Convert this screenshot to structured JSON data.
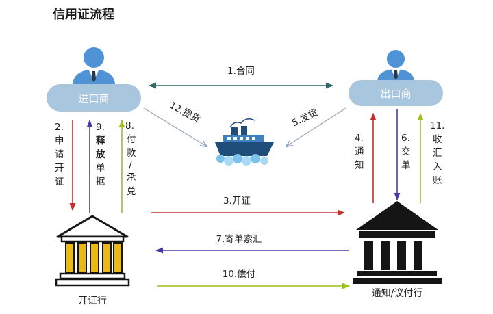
{
  "title": "信用证流程",
  "colors": {
    "node_fill": "#a9c6df",
    "node_text": "#ffffff",
    "person_head": "#4f93d6",
    "teal": "#2f6b66",
    "red": "#c0302a",
    "purple": "#4a3aa0",
    "green": "#9ac31c",
    "gray": "#9aa6b6",
    "bank_dark": "#151515",
    "bank_gold": "#e9b918"
  },
  "nodes": {
    "importer": "进口商",
    "exporter": "出口商",
    "issuing_bank": "开证行",
    "advising_bank": "通知/议付行"
  },
  "steps": {
    "s1": "1.合同",
    "s2": [
      "2.",
      "申",
      "请",
      "开",
      "证"
    ],
    "s3": "3.开证",
    "s4": [
      "4.",
      "通",
      "知"
    ],
    "s5": "5.发货",
    "s6": [
      "6.",
      "交",
      "单"
    ],
    "s7": "7.寄单索汇",
    "s8": [
      "8.",
      "付",
      "款",
      "/",
      "承",
      "兑"
    ],
    "s9": [
      "9.",
      "释",
      "放",
      "单",
      "据"
    ],
    "s10": "10.偿付",
    "s11": [
      "11.",
      "收",
      "汇",
      "入",
      "账"
    ],
    "s12": "12.提货"
  },
  "icons": {
    "importer_person": "person-icon",
    "exporter_person": "person-icon",
    "ship": "ship-icon",
    "issuing_bank": "bank-icon-gold",
    "advising_bank": "bank-icon-black"
  }
}
